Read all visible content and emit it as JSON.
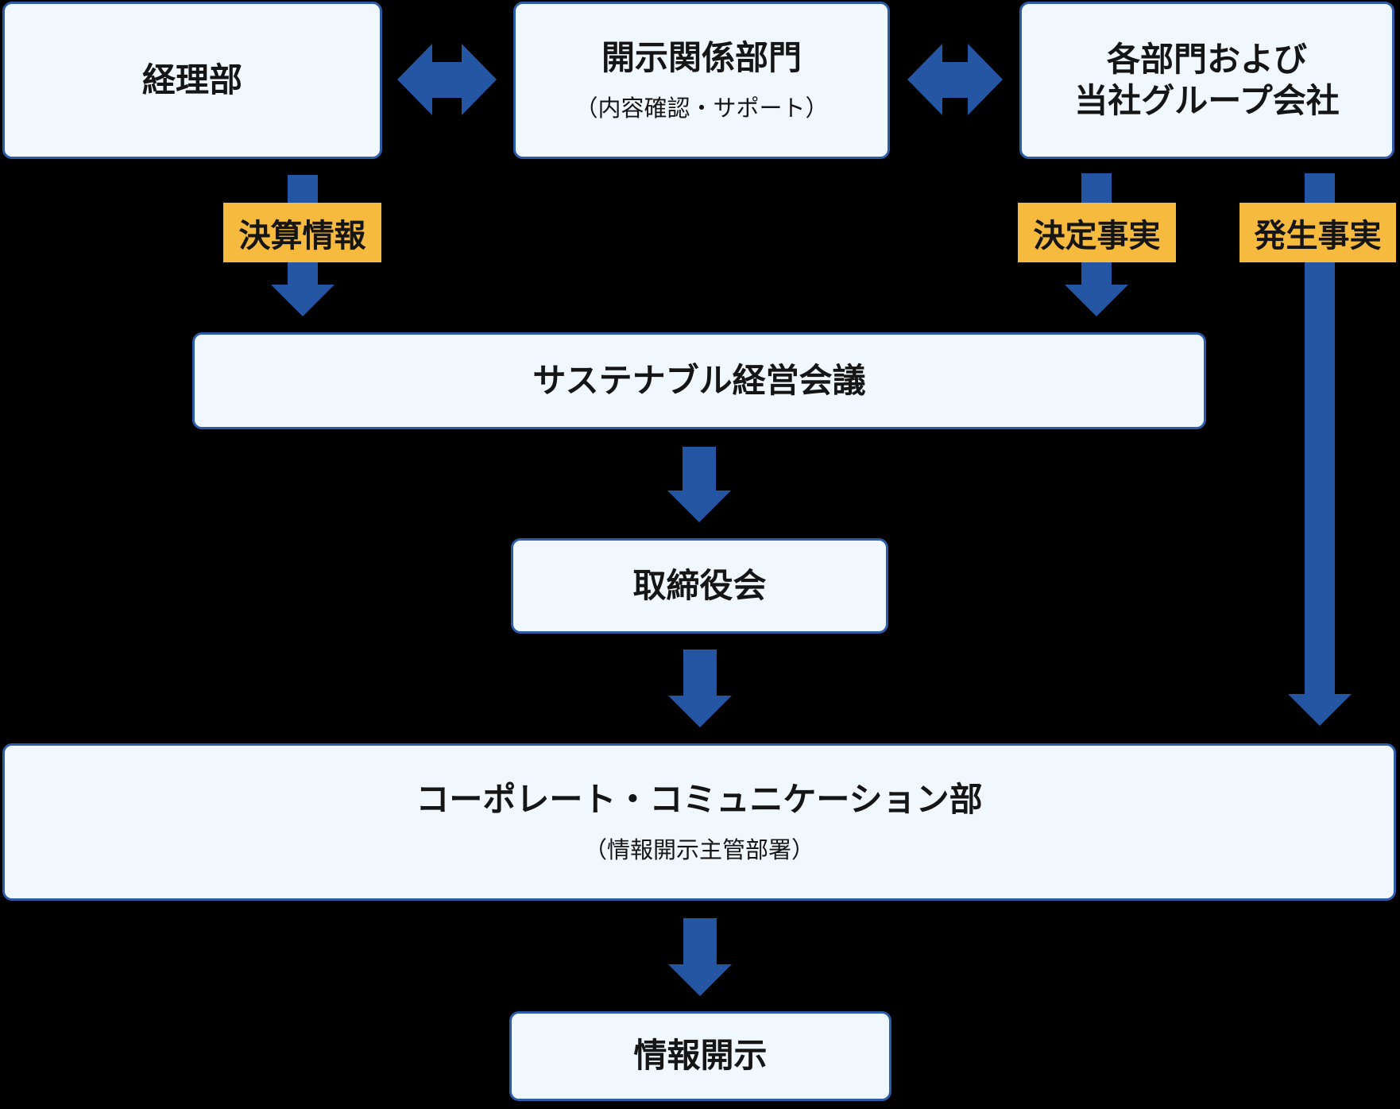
{
  "colors": {
    "background": "#000000",
    "box_fill": "#f1f8fd",
    "box_border": "#2d5ca7",
    "arrow": "#2556a3",
    "label_bg": "#f5ba3e",
    "text": "#151515"
  },
  "boxes": {
    "accounting": {
      "title": "経理部"
    },
    "disclosure_dept": {
      "title": "開示関係部門",
      "subtitle": "（内容確認・サポート）"
    },
    "departments": {
      "title_line1": "各部門および",
      "title_line2": "当社グループ会社"
    },
    "sustainable_meeting": {
      "title": "サステナブル経営会議"
    },
    "board": {
      "title": "取締役会"
    },
    "corporate_comm": {
      "title": "コーポレート・コミュニケーション部",
      "subtitle": "（情報開示主管部署）"
    },
    "disclosure": {
      "title": "情報開示"
    }
  },
  "labels": {
    "financial_info": "決算情報",
    "decided_facts": "決定事実",
    "occurred_facts": "発生事実"
  }
}
